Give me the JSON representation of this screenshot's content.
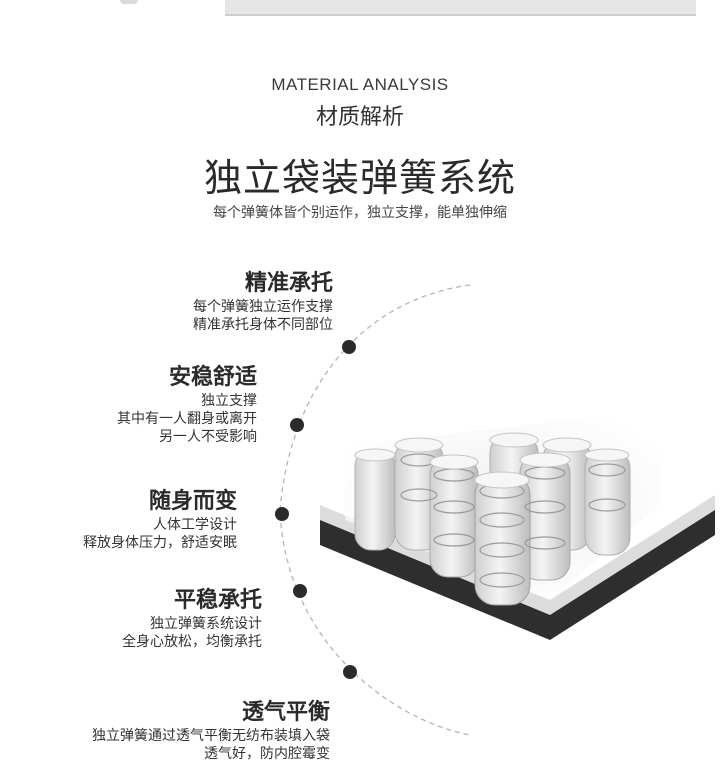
{
  "header": {
    "en_title": "MATERIAL ANALYSIS",
    "cn_title": "材质解析",
    "main_title": "独立袋装弹簧系统",
    "subtitle": "每个弹簧体皆个别运作，独立支撑，能单独伸缩"
  },
  "features": [
    {
      "title": "精准承托",
      "lines": [
        "每个弹簧独立运作支撑",
        "精准承托身体不同部位"
      ]
    },
    {
      "title": "安稳舒适",
      "lines": [
        "独立支撑",
        "其中有一人翻身或离开",
        "另一人不受影响"
      ]
    },
    {
      "title": "随身而变",
      "lines": [
        "人体工学设计",
        "释放身体压力，舒适安眠"
      ]
    },
    {
      "title": "平稳承托",
      "lines": [
        "独立弹簧系统设计",
        "全身心放松，均衡承托"
      ]
    },
    {
      "title": "透气平衡",
      "lines": [
        "独立弹簧通过透气平衡无纺布装填入袋",
        "透气好，防内腔霉变"
      ]
    }
  ],
  "icons": {
    "mattress": "pocket-spring-mattress-illustration"
  }
}
